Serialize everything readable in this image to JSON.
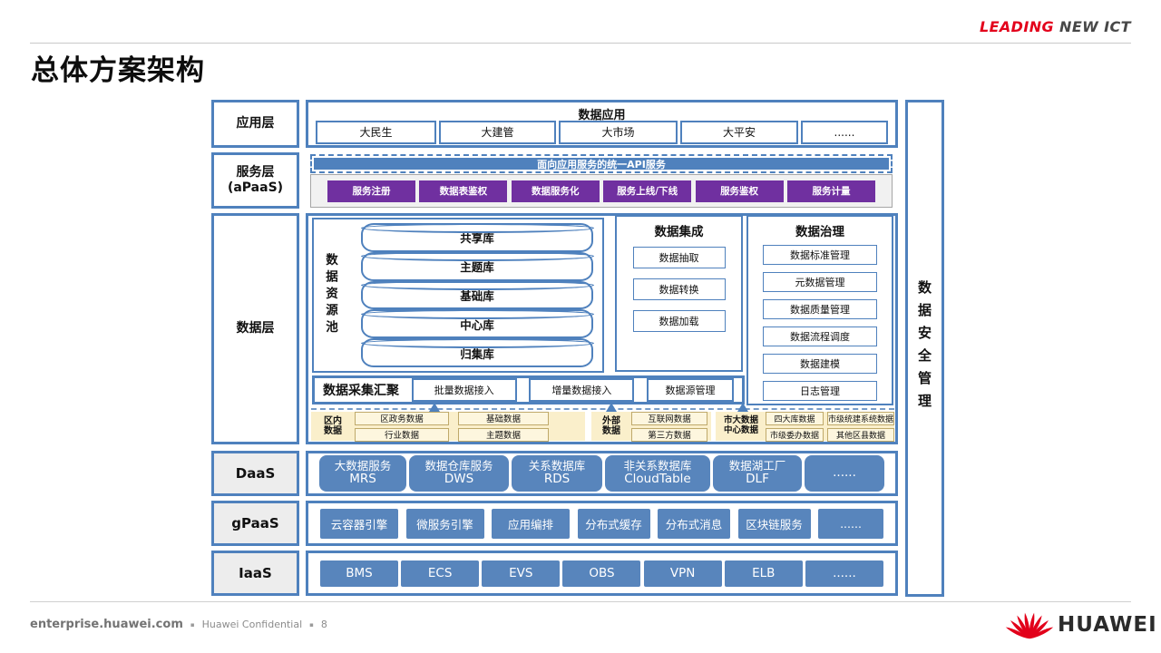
{
  "slide": {
    "title": "总体方案架构",
    "brand": {
      "leading": "LEADING",
      "new_ict": "NEW ICT"
    }
  },
  "colors": {
    "accent_blue": "#4F81BD",
    "fill_blue": "#5885BC",
    "purple": "#7030A0",
    "huawei_red": "#E3001B",
    "cream": "#FAEFCB"
  },
  "layer_labels": {
    "app": "应用层",
    "service_l1": "服务层",
    "service_l2": "(aPaaS)",
    "data": "数据层",
    "daas": "DaaS",
    "gpaas": "gPaaS",
    "iaas": "IaaS"
  },
  "security_bar": {
    "label": "数据安全管理"
  },
  "app_layer": {
    "title": "数据应用",
    "apps": [
      "大民生",
      "大建管",
      "大市场",
      "大平安",
      "......"
    ]
  },
  "service_layer": {
    "banner": "面向应用服务的统一API服务",
    "services": [
      "服务注册",
      "数据表鉴权",
      "数据服务化",
      "服务上线/下线",
      "服务鉴权",
      "服务计量"
    ]
  },
  "data_layer": {
    "resource_pool": {
      "label": "数据资源池",
      "cylinders": [
        "共享库",
        "主题库",
        "基础库",
        "中心库",
        "归集库"
      ]
    },
    "integration": {
      "title": "数据集成",
      "items": [
        "数据抽取",
        "数据转换",
        "数据加载"
      ]
    },
    "governance": {
      "title": "数据治理",
      "items": [
        "数据标准管理",
        "元数据管理",
        "数据质量管理",
        "数据流程调度",
        "数据建模",
        "日志管理"
      ]
    },
    "collection": {
      "title": "数据采集汇聚",
      "items": [
        "批量数据接入",
        "增量数据接入",
        "数据源管理"
      ]
    },
    "sources": [
      {
        "label_l1": "区内",
        "label_l2": "数据",
        "items": [
          "区政务数据",
          "基础数据",
          "行业数据",
          "主题数据"
        ]
      },
      {
        "label_l1": "外部",
        "label_l2": "数据",
        "items": [
          "互联网数据",
          "第三方数据"
        ]
      },
      {
        "label_l1": "市大数据",
        "label_l2": "中心数据",
        "items": [
          "四大库数据",
          "市级统建系统数据",
          "市级委办数据",
          "其他区县数据"
        ]
      }
    ]
  },
  "daas": {
    "items": [
      {
        "l1": "大数据服务",
        "l2": "MRS"
      },
      {
        "l1": "数据仓库服务",
        "l2": "DWS"
      },
      {
        "l1": "关系数据库",
        "l2": "RDS"
      },
      {
        "l1": "非关系数据库",
        "l2": "CloudTable"
      },
      {
        "l1": "数据湖工厂",
        "l2": "DLF"
      }
    ],
    "more": "......"
  },
  "gpaas": {
    "items": [
      "云容器引擎",
      "微服务引擎",
      "应用编排",
      "分布式缓存",
      "分布式消息",
      "区块链服务",
      "......"
    ]
  },
  "iaas": {
    "items": [
      "BMS",
      "ECS",
      "EVS",
      "OBS",
      "VPN",
      "ELB",
      "......"
    ]
  },
  "footer": {
    "site": "enterprise.huawei.com",
    "sep": "▪",
    "confidential": "Huawei Confidential",
    "page": "8",
    "logo_text": "HUAWEI"
  }
}
